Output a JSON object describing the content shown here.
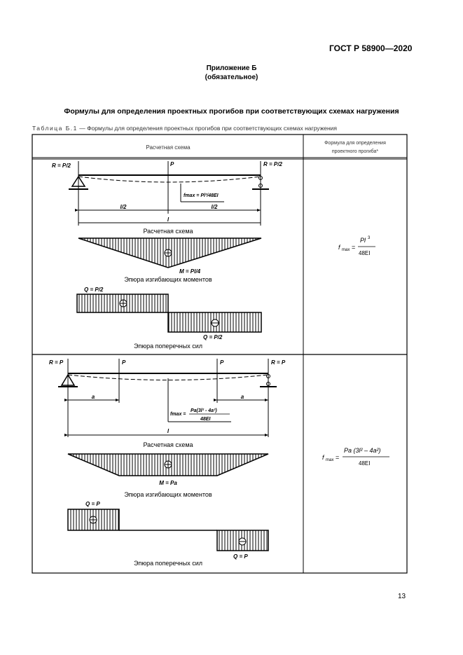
{
  "header": {
    "standard": "ГОСТ Р 58900—2020"
  },
  "appendix": {
    "title": "Приложение Б",
    "subtitle": "(обязательное)"
  },
  "section_title": "Формулы для определения проектных прогибов при соответствующих схемах нагружения",
  "table": {
    "caption_prefix": "Таблица Б.1",
    "caption": " — Формулы для определения проектных прогибов при соответствующих схемах нагружения",
    "col1_header": "Расчетная схема",
    "col2_header_line1": "Формула для определения",
    "col2_header_line2": "проектного прогиба*",
    "rows": [
      {
        "left_reaction": "R = P/2",
        "right_reaction": "R = P/2",
        "load": "P",
        "half_span": "l/2",
        "span": "l",
        "fmax_inline": "fmax = Pl³/48EI",
        "scheme_label": "Расчетная схема",
        "moment_value": "M = Pl/4",
        "moment_label": "Эпюра изгибающих моментов",
        "shear_top": "Q = P/2",
        "shear_bottom": "Q = P/2",
        "shear_label": "Эпюра поперечных сил",
        "formula": {
          "lhs": "f",
          "sub": "max",
          "num": "Pl",
          "num_sup": "3",
          "den": "48EI"
        }
      },
      {
        "left_reaction": "R = P",
        "right_reaction": "R = P",
        "load": "P",
        "dist": "a",
        "span": "l",
        "fmax_num": "Pa(3l² - 4a²)",
        "fmax_den": "48EI",
        "fmax_lhs": "fmax =",
        "scheme_label": "Расчетная схема",
        "moment_value": "M = Pa",
        "moment_label": "Эпюра изгибающих моментов",
        "shear_top": "Q = P",
        "shear_bottom": "Q = P",
        "shear_label": "Эпюра поперечных сил",
        "formula": {
          "lhs": "f",
          "sub": "max",
          "num": "Pa (3l² – 4a²)",
          "den": "48EI"
        }
      }
    ]
  },
  "page_number": "13"
}
